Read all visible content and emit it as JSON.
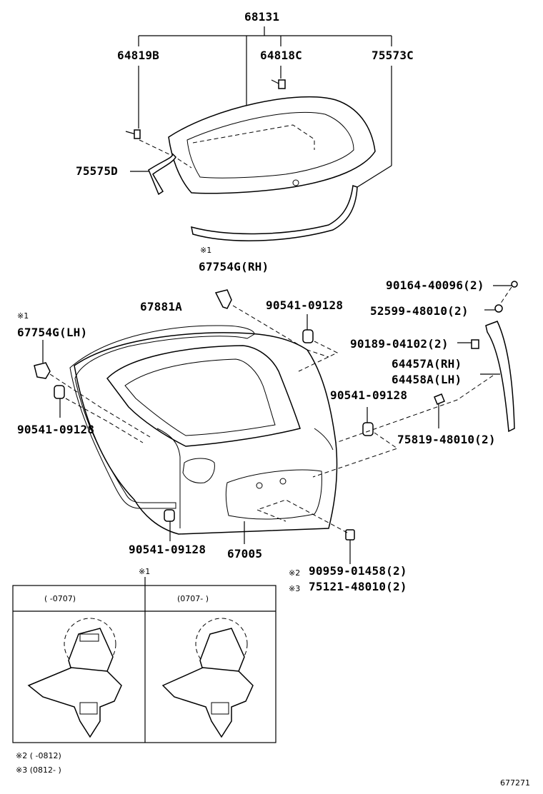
{
  "labels": {
    "p68131": "68131",
    "p64819B": "64819B",
    "p64818C": "64818C",
    "p75573C": "75573C",
    "p75575D": "75575D",
    "p67754G_rh": "67754G(RH)",
    "p67881A": "67881A",
    "p90541_a": "90541-09128",
    "p67754G_lh": "67754G(LH)",
    "p90541_b": "90541-09128",
    "p90541_c": "90541-09128",
    "p90541_d": "90541-09128",
    "p90164": "90164-40096(2)",
    "p52599": "52599-48010(2)",
    "p90189": "90189-04102(2)",
    "p64457A": "64457A(RH)",
    "p64458A": "64458A(LH)",
    "p75819": "75819-48010(2)",
    "p67005": "67005",
    "p90959": "90959-01458(2)",
    "p75121": "75121-48010(2)"
  },
  "notes": {
    "mark1_rh": "※1",
    "mark1_lh": "※1",
    "mark2": "※2",
    "mark3": "※3",
    "inset_mark": "※1",
    "inset_col1": "(   -0707)",
    "inset_col2": "(0707-   )",
    "foot2": "※2 (     -0812)",
    "foot3": "※3 (0812-     )",
    "diagram_id": "677271"
  }
}
